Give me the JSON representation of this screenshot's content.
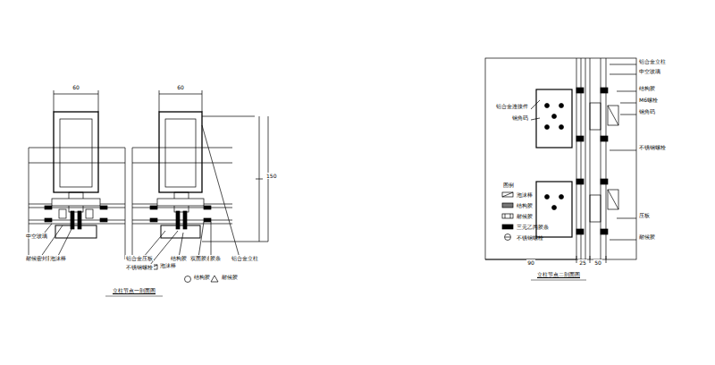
{
  "diagram": {
    "labels": [
      "60",
      "60",
      "150",
      "中空玻璃",
      "耐候密封胶",
      "泡沫棒",
      "铝合金压板",
      "不锈钢螺栓",
      "结构胶",
      "双面胶条",
      "胶条",
      "铝合金立柱",
      "泡沫棒",
      "结构胶",
      "耐候胶",
      "立柱节点一剖面图",
      "铝合金立柱",
      "中空玻璃",
      "结构胶",
      "M6螺栓",
      "钢角码",
      "不锈钢螺栓",
      "压板",
      "耐候胶",
      "铝合金连接件",
      "钢角码",
      "90",
      "25",
      "50",
      "立柱节点二剖面图",
      "图例"
    ],
    "legend": [
      {
        "text": "泡沫棒"
      },
      {
        "text": "结构胶"
      },
      {
        "text": "耐候胶"
      },
      {
        "text": "三元乙丙胶条"
      },
      {
        "text": "不锈钢螺栓"
      }
    ]
  }
}
